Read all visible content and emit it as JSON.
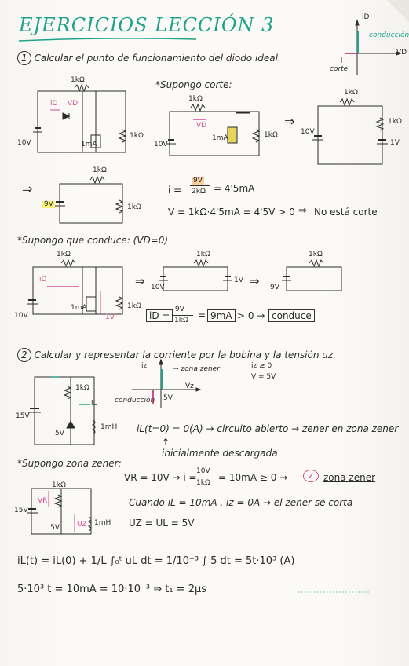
{
  "title": "EJERCICIOS LECCIÓN 3",
  "graph1": {
    "y_label": "iD",
    "x_label": "VD",
    "branch_label": "conducción",
    "corte_label": "corte"
  },
  "ex1": {
    "number": "1",
    "statement": "Calcular el punto de funcionamiento del diodo ideal.",
    "r_label": "1kΩ",
    "v_source": "10V",
    "i_source": "1mA",
    "id_label": "iD",
    "vd_label": "VD",
    "corte_head": "*Supongo corte:",
    "v1v": "1V",
    "v9v": "9V",
    "eq_i_lhs": "i =",
    "eq_i_num": "9V",
    "eq_i_den": "2kΩ",
    "eq_i_res": "= 4'5mA",
    "eq_v": "V = 1kΩ·4'5mA = 4'5V > 0",
    "eq_v_arrow": "⇒",
    "eq_v_end": "No está corte",
    "conduce_head": "*Supongo que conduce: (VD=0)",
    "id_eq_lhs": "iD =",
    "id_eq_num": "9V",
    "id_eq_den": "1kΩ",
    "id_eq_res": "9mA",
    "id_eq_gt": "> 0 →",
    "id_eq_end": "conduce"
  },
  "ex2": {
    "number": "2",
    "statement": "Calcular y representar la corriente por la bobina y la tensión uz.",
    "v_source": "15V",
    "r_label": "1kΩ",
    "zener_v": "5V",
    "l_label": "1mH",
    "il_label": "iL",
    "iz_axis": "iz",
    "vz_axis": "Vz",
    "zona_label": "zona zener",
    "cond_iz": "iz ≥ 0",
    "cond_v": "V = 5V",
    "conduccion_label": "conducción",
    "axis_5v": "5V",
    "il0_eq": "iL(t=0) = 0(A) → circuito abierto → zener en zona zener",
    "inicial_arrow": "↑",
    "inicial_note": "inicialmente descargada",
    "zona_head": "*Supongo zona zener:",
    "vr_eq": "VR = 10V → i =",
    "vr_num": "10V",
    "vr_den": "1kΩ",
    "vr_res": "= 10mA ≥ 0 →",
    "vr_ok": "✓",
    "vr_end": "zona zener",
    "cuando": "Cuando iL = 10mA , iz = 0A → el zener se corta",
    "uz_eq": "UZ = UL = 5V",
    "int_eq": "iL(t) = iL(0) + 1/L ∫₀ᵗ uL dt = 1/10⁻³ ∫ 5 dt = 5t·10³ (A)",
    "final_eq": "5·10³ t = 10mA = 10·10⁻³ ⇒ t₁ = 2μs",
    "vr_circ": "VR",
    "uz_circ": "UZ"
  }
}
